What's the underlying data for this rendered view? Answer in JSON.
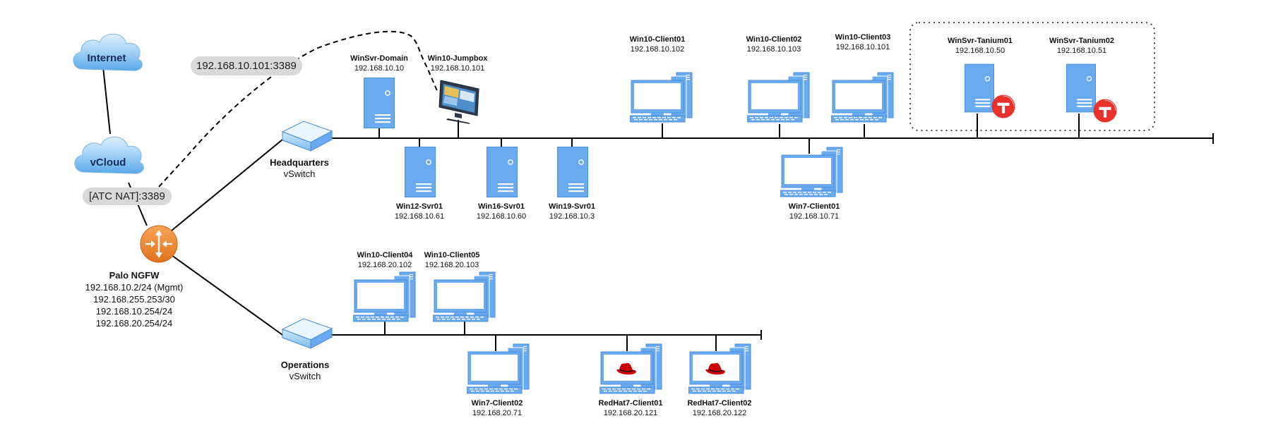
{
  "clouds": {
    "internet": "Internet",
    "vcloud": "vCloud"
  },
  "nat": {
    "atc": "[ATC NAT]:3389",
    "jumpbox_rdp": "192.168.10.101:3389"
  },
  "firewall": {
    "name": "Palo NGFW",
    "ips": [
      "192.168.10.2/24 (Mgmt)",
      "192.168.255.253/30",
      "192.168.10.254/24",
      "192.168.20.254/24"
    ]
  },
  "switches": {
    "hq": {
      "name": "Headquarters",
      "type": "vSwitch"
    },
    "ops": {
      "name": "Operations",
      "type": "vSwitch"
    }
  },
  "hq_nodes": {
    "winsvr_domain": {
      "name": "WinSvr-Domain",
      "ip": "192.168.10.10"
    },
    "jumpbox": {
      "name": "Win10-Jumpbox",
      "ip": "192.168.10.101"
    },
    "win12": {
      "name": "Win12-Svr01",
      "ip": "192.168.10.61"
    },
    "win16": {
      "name": "Win16-Svr01",
      "ip": "192.168.10.60"
    },
    "win19": {
      "name": "Win19-Svr01",
      "ip": "192.168.10.3"
    },
    "client01": {
      "name": "Win10-Client01",
      "ip": "192.168.10.102"
    },
    "client02": {
      "name": "Win10-Client02",
      "ip": "192.168.10.103"
    },
    "client03": {
      "name": "Win10-Client03",
      "ip": "192.168.10.101"
    },
    "win7": {
      "name": "Win7-Client01",
      "ip": "192.168.10.71"
    },
    "tanium01": {
      "name": "WinSvr-Tanium01",
      "ip": "192.168.10.50"
    },
    "tanium02": {
      "name": "WinSvr-Tanium02",
      "ip": "192.168.10.51"
    }
  },
  "ops_nodes": {
    "client04": {
      "name": "Win10-Client04",
      "ip": "192.168.20.102"
    },
    "client05": {
      "name": "Win10-Client05",
      "ip": "192.168.20.103"
    },
    "win7": {
      "name": "Win7-Client02",
      "ip": "192.168.20.71"
    },
    "rh01": {
      "name": "RedHat7-Client01",
      "ip": "192.168.20.121"
    },
    "rh02": {
      "name": "RedHat7-Client02",
      "ip": "192.168.20.122"
    }
  },
  "colors": {
    "device_blue": "#6aaaf0",
    "device_outline": "#3f82d6",
    "firewall_orange": "#ee8a35",
    "redhat_red": "#d0021b",
    "tanium_red": "#e8312a",
    "pill_gray": "#d9d9d9"
  }
}
